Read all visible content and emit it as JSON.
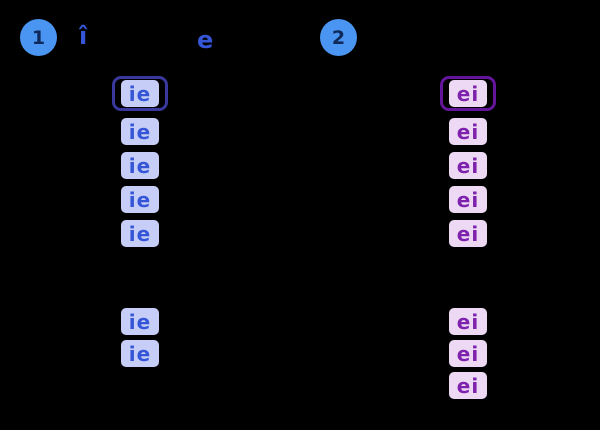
{
  "theme": {
    "bg": "#000000",
    "badge-bg": "#4a95f1",
    "badge-text": "#0f2a5a",
    "title-blue": "#3556d6",
    "left-highlight": "#c6cdf6",
    "left-text": "#3556d6",
    "left-outline": "#38389e",
    "right-highlight": "#edd9f4",
    "right-text": "#7e22ad",
    "right-outline": "#63159c"
  },
  "section1": {
    "badge": "1",
    "title_letter_1": "î",
    "title_letter_2": "e",
    "grapheme": "ie",
    "group1": [
      "ie",
      "ie",
      "ie",
      "ie",
      "ie"
    ],
    "group2": [
      "ie",
      "ie"
    ]
  },
  "section2": {
    "badge": "2",
    "grapheme": "ei",
    "group1": [
      "ei",
      "ei",
      "ei",
      "ei",
      "ei"
    ],
    "group2": [
      "ei",
      "ei",
      "ei"
    ]
  }
}
